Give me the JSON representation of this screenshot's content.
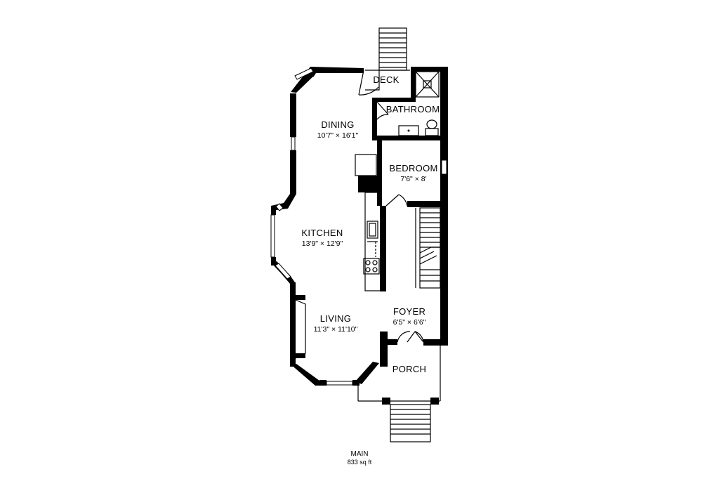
{
  "plan": {
    "rooms": [
      {
        "id": "deck",
        "name": "DECK",
        "dims": ""
      },
      {
        "id": "bathroom",
        "name": "BATHROOM",
        "dims": ""
      },
      {
        "id": "dining",
        "name": "DINING",
        "dims": "10'7\" × 16'1\""
      },
      {
        "id": "bedroom",
        "name": "BEDROOM",
        "dims": "7'6\" × 8'"
      },
      {
        "id": "kitchen",
        "name": "KITCHEN",
        "dims": "13'9\" × 12'9\""
      },
      {
        "id": "living",
        "name": "LIVING",
        "dims": "11'3\" × 11'10\""
      },
      {
        "id": "foyer",
        "name": "FOYER",
        "dims": "6'5\" × 6'6\""
      },
      {
        "id": "porch",
        "name": "PORCH",
        "dims": ""
      }
    ],
    "footer": {
      "level": "MAIN",
      "area": "833 sq ft"
    },
    "colors": {
      "wall": "#000000",
      "background": "#ffffff"
    }
  }
}
